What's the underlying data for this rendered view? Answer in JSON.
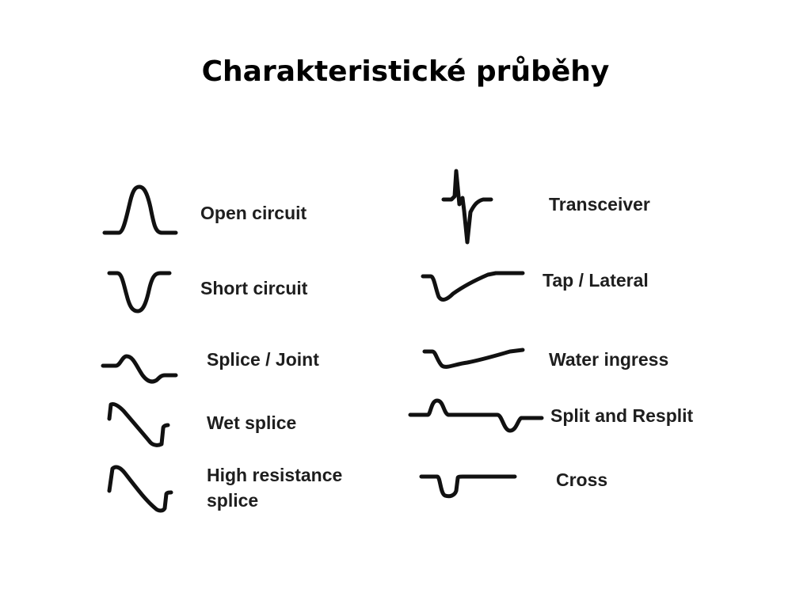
{
  "slide": {
    "title": "Charakteristické průběhy"
  },
  "legend": {
    "left": [
      {
        "label": "Open circuit",
        "icon": "open-circuit-waveform-icon"
      },
      {
        "label": "Short circuit",
        "icon": "short-circuit-waveform-icon"
      },
      {
        "label": "Splice / Joint",
        "icon": "splice-joint-waveform-icon"
      },
      {
        "label": "Wet splice",
        "icon": "wet-splice-waveform-icon"
      },
      {
        "label_line1": "High resistance",
        "label_line2": "splice",
        "icon": "high-resistance-splice-waveform-icon"
      }
    ],
    "right": [
      {
        "label": "Transceiver",
        "icon": "transceiver-waveform-icon"
      },
      {
        "label": "Tap / Lateral",
        "icon": "tap-lateral-waveform-icon"
      },
      {
        "label": "Water ingress",
        "icon": "water-ingress-waveform-icon"
      },
      {
        "label": "Split and Resplit",
        "icon": "split-resplit-waveform-icon"
      },
      {
        "label": "Cross",
        "icon": "cross-waveform-icon"
      }
    ]
  }
}
